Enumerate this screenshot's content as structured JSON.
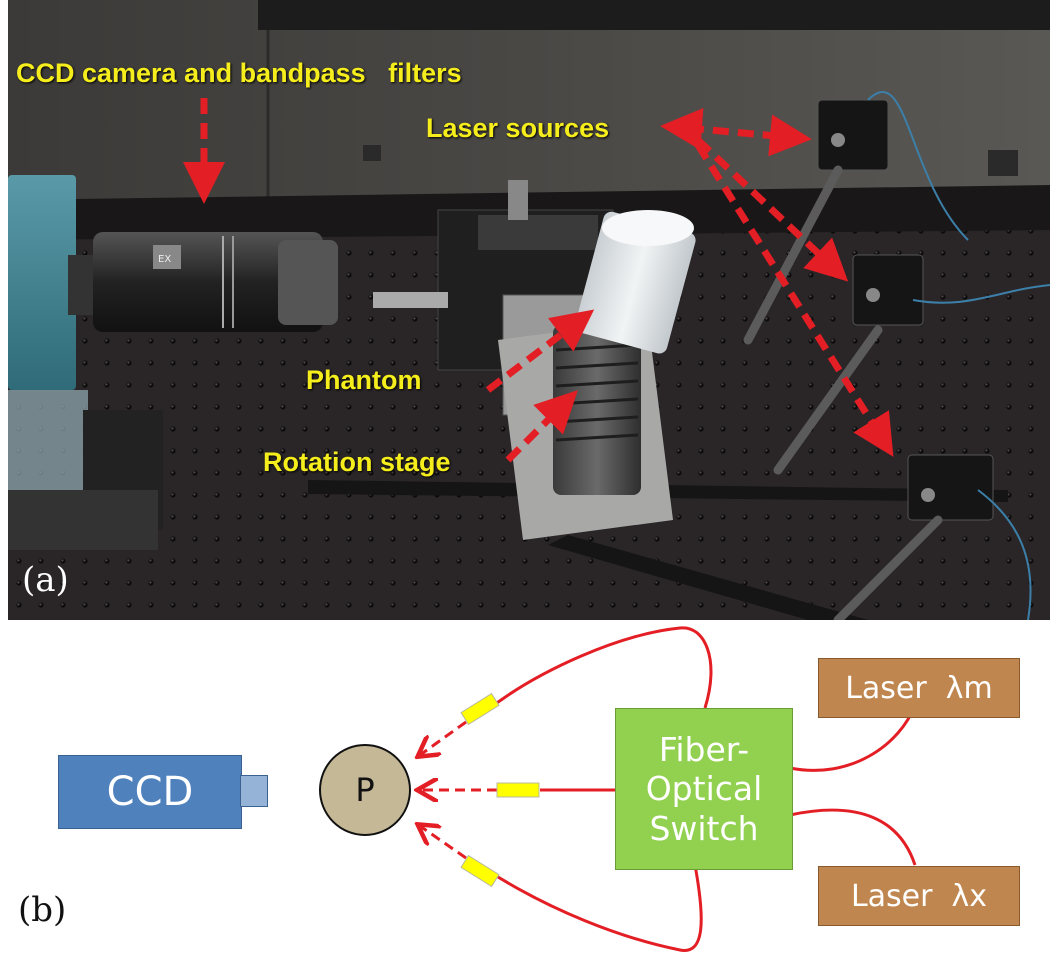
{
  "photo": {
    "annotations": {
      "ccd": "CCD camera and bandpass   filters",
      "laser": "Laser sources",
      "phantom": "Phantom",
      "rotation": "Rotation stage"
    },
    "panel_label": "(a)",
    "colors": {
      "annotation": "#f5ee1c",
      "arrow": "#e31e24"
    }
  },
  "diagram": {
    "panel_label": "(b)",
    "ccd_label": "CCD",
    "phantom_label": "P",
    "switch_label_1": "Fiber-",
    "switch_label_2": "Optical",
    "switch_label_3": "Switch",
    "laser_m": "Laser  λm",
    "laser_x": "Laser  λx",
    "colors": {
      "ccd": "#4f81bd",
      "phantom": "#c4b896",
      "switch": "#92d050",
      "laser": "#c0864f",
      "fiber": "#e31e24",
      "collimator": "#ffff00"
    }
  }
}
